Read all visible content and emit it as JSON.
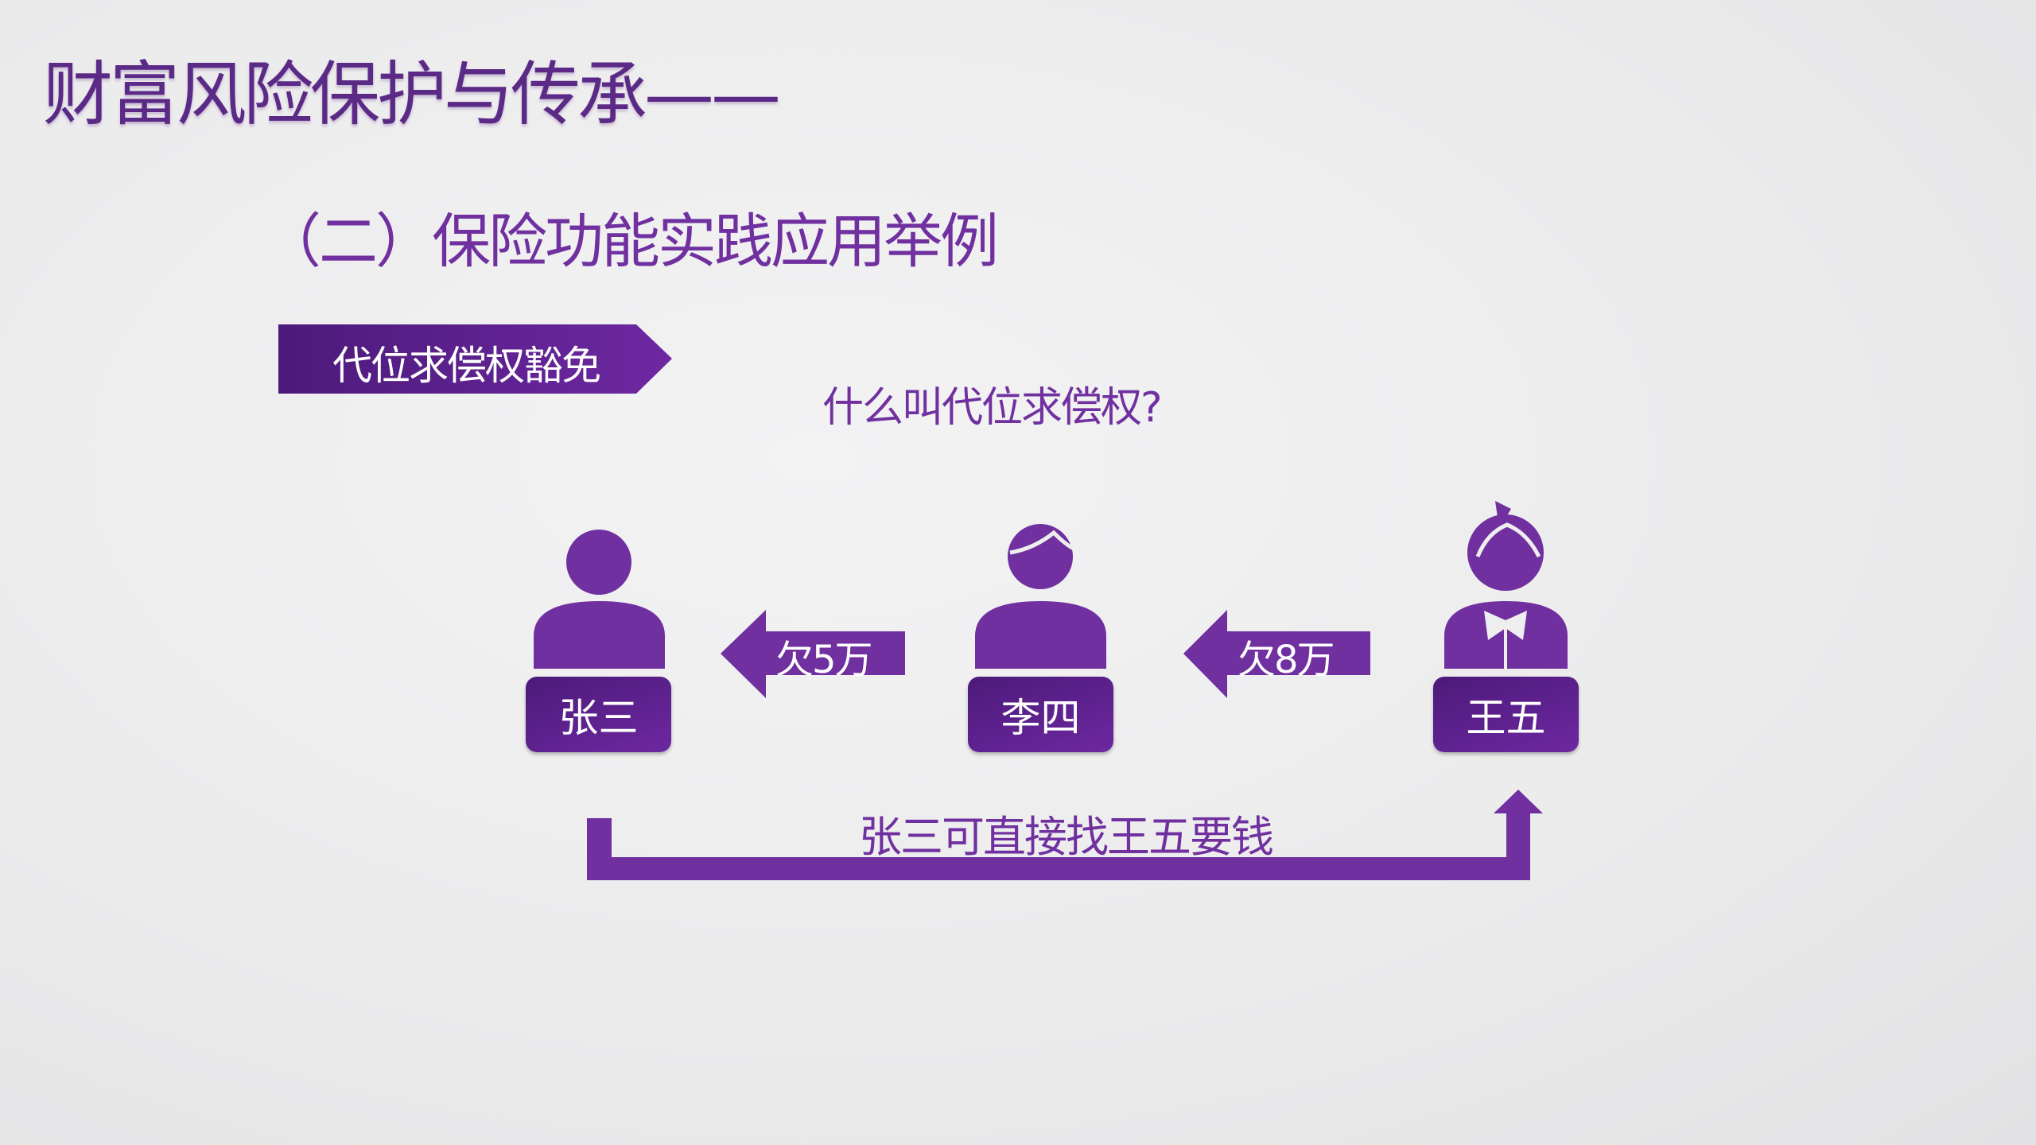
{
  "title": "财富风险保护与传承——",
  "subtitle": "（二）保险功能实践应用举例",
  "banner": "代位求偿权豁免",
  "question": "什么叫代位求偿权?",
  "persons": [
    {
      "name": "张三"
    },
    {
      "name": "李四"
    },
    {
      "name": "王五"
    }
  ],
  "arrows": [
    {
      "label": "欠5万"
    },
    {
      "label": "欠8万"
    }
  ],
  "bottom_text": "张三可直接找王五要钱",
  "colors": {
    "accent": "#7030a0",
    "dark": "#4c1a7a"
  }
}
